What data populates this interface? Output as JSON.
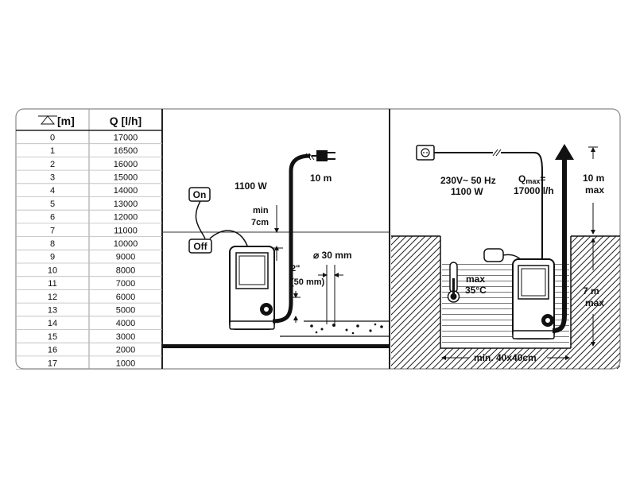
{
  "table": {
    "header_head": "[m]",
    "header_flow": "Q [l/h]",
    "rows": [
      [
        "0",
        "17000"
      ],
      [
        "1",
        "16500"
      ],
      [
        "2",
        "16000"
      ],
      [
        "3",
        "15000"
      ],
      [
        "4",
        "14000"
      ],
      [
        "5",
        "13000"
      ],
      [
        "6",
        "12000"
      ],
      [
        "7",
        "11000"
      ],
      [
        "8",
        "10000"
      ],
      [
        "9",
        "9000"
      ],
      [
        "10",
        "8000"
      ],
      [
        "11",
        "7000"
      ],
      [
        "12",
        "6000"
      ],
      [
        "13",
        "5000"
      ],
      [
        "14",
        "4000"
      ],
      [
        "15",
        "3000"
      ],
      [
        "16",
        "2000"
      ],
      [
        "17",
        "1000"
      ]
    ]
  },
  "left_panel": {
    "on_label": "On",
    "off_label": "Off",
    "power": "1100 W",
    "cable_length": "10 m",
    "min_label": "min",
    "min_value": "7cm",
    "diameter": "⌀ 30 mm",
    "outlet_inch": "2\"",
    "outlet_mm": "(50 mm)"
  },
  "right_panel": {
    "voltage": "230V~ 50 Hz",
    "power": "1100 W",
    "qmax_prefix": "Q",
    "qmax_sub": "max",
    "qmax_eq": "=",
    "qmax_value": "17000 l/h",
    "height_top_value": "10 m",
    "height_top_max": "max",
    "temp_max": "max",
    "temp_value": "35°C",
    "depth_value": "7 m",
    "depth_max": "max",
    "pit_size": "min. 40x40cm"
  }
}
